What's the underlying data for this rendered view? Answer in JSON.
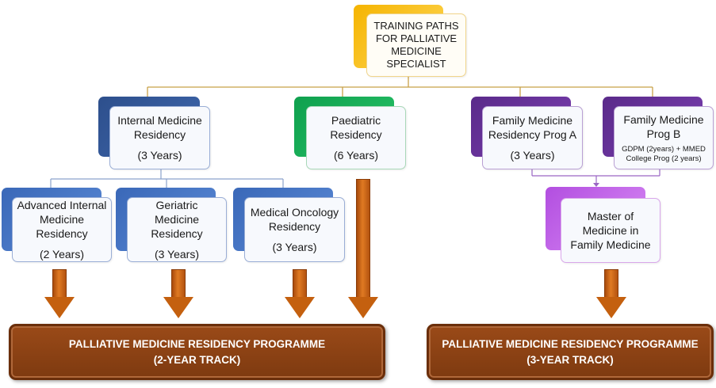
{
  "root": {
    "lines": [
      "TRAINING PATHS",
      "FOR PALLIATIVE",
      "MEDICINE",
      "SPECIALIST"
    ]
  },
  "nodes": {
    "internal_medicine": {
      "lines": [
        "Internal Medicine",
        "Residency"
      ],
      "duration": "(3 Years)"
    },
    "paediatric": {
      "lines": [
        "Paediatric",
        "Residency"
      ],
      "duration": "(6 Years)"
    },
    "family_prog_a": {
      "lines": [
        "Family Medicine",
        "Residency Prog A"
      ],
      "duration": "(3 Years)"
    },
    "family_prog_b": {
      "lines": [
        "Family Medicine",
        "Prog B"
      ],
      "note_lines": [
        "GDPM (2years) + MMED",
        "College Prog (2 years)"
      ]
    },
    "advanced_internal": {
      "lines": [
        "Advanced Internal",
        "Medicine",
        "Residency"
      ],
      "duration": "(2 Years)"
    },
    "geriatric": {
      "lines": [
        "Geriatric",
        "Medicine",
        "Residency"
      ],
      "duration": "(3 Years)"
    },
    "medical_oncology": {
      "lines": [
        "Medical Oncology",
        "Residency"
      ],
      "duration": "(3 Years)"
    },
    "master_family": {
      "lines": [
        "Master of",
        "Medicine in",
        "Family Medicine"
      ]
    }
  },
  "tracks": {
    "two_year": {
      "line1": "PALLIATIVE MEDICINE RESIDENCY PROGRAMME",
      "line2": "(2-YEAR TRACK)"
    },
    "three_year": {
      "line1": "PALLIATIVE MEDICINE RESIDENCY PROGRAMME",
      "line2": "(3-YEAR TRACK)"
    }
  },
  "colors": {
    "root_accent": "#f5b400",
    "internal_accent": "#2d4f8c",
    "subspecialty_accent": "#3a68b8",
    "paediatric_accent": "#0fa04e",
    "family_accent": "#5a2a8a",
    "master_accent": "#b24ee0",
    "arrow": "#c4600f",
    "banner": "#8a4014",
    "connector_gold": "#c8a048",
    "connector_blue": "#8aa2cc",
    "connector_purple": "#9a66c4"
  }
}
